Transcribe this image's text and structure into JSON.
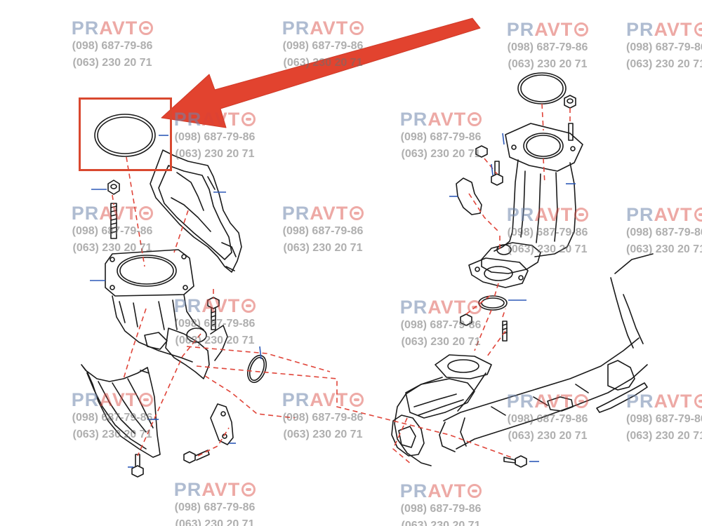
{
  "watermark": {
    "brand_pr": "PR",
    "brand_avt": "AVT",
    "phone1": "(098) 687-79-86",
    "phone2": "(063) 230 20 71",
    "brand_color_blue": "#6f86ad",
    "brand_color_red": "#d9423a"
  },
  "annotation": {
    "arrow_color": "#e2432f",
    "highlight_color": "#d9482f",
    "highlighted_part": "o-ring-gasket"
  }
}
